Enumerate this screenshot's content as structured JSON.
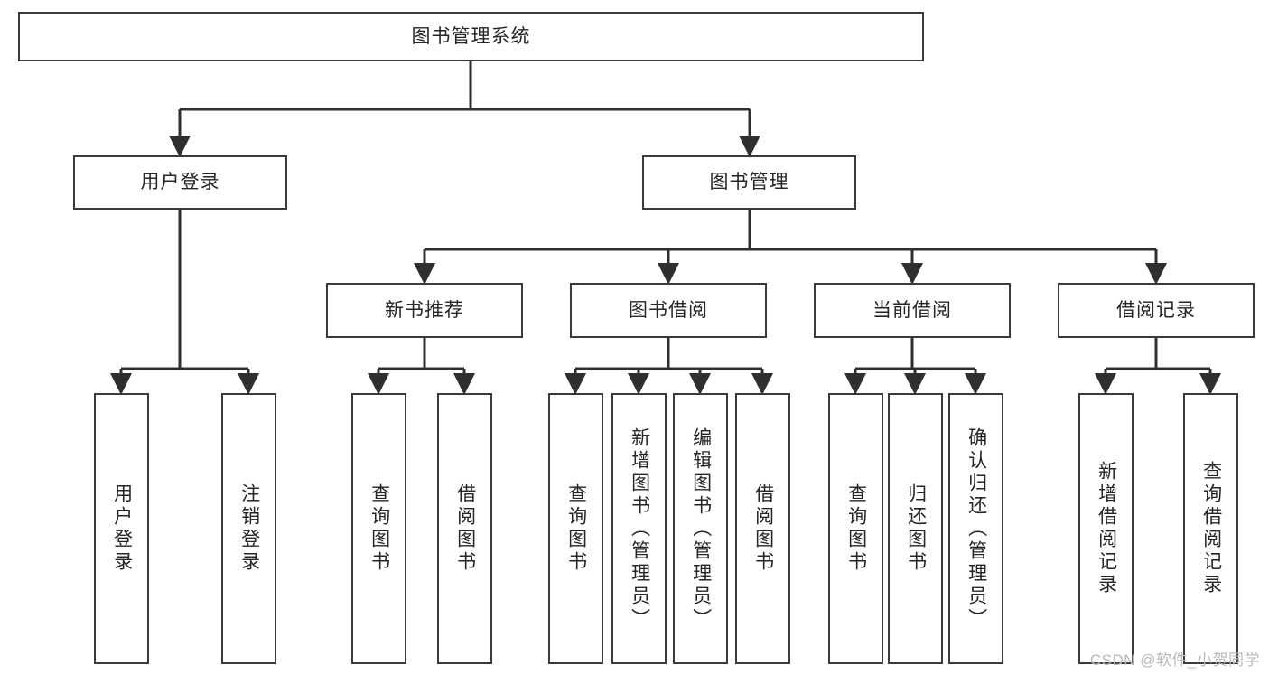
{
  "diagram": {
    "type": "tree",
    "title": "图书管理系统",
    "root": {
      "label": "图书管理系统"
    },
    "level2": [
      {
        "label": "用户登录"
      },
      {
        "label": "图书管理"
      }
    ],
    "level3": [
      {
        "label": "新书推荐"
      },
      {
        "label": "图书借阅"
      },
      {
        "label": "当前借阅"
      },
      {
        "label": "借阅记录"
      }
    ],
    "leaves": {
      "user_login": [
        {
          "label": "用户登录"
        },
        {
          "label": "注销登录"
        }
      ],
      "new_book_recommend": [
        {
          "label": "查询图书"
        },
        {
          "label": "借阅图书"
        }
      ],
      "book_borrow": [
        {
          "label": "查询图书"
        },
        {
          "label": "新增图书（管理员）"
        },
        {
          "label": "编辑图书（管理员）"
        },
        {
          "label": "借阅图书"
        }
      ],
      "current_borrow": [
        {
          "label": "查询图书"
        },
        {
          "label": "归还图书"
        },
        {
          "label": "确认归还（管理员）"
        }
      ],
      "borrow_record": [
        {
          "label": "新增借阅记录"
        },
        {
          "label": "查询借阅记录"
        }
      ]
    }
  },
  "watermark": {
    "text": "CSDN @软件_小贺同学"
  },
  "colors": {
    "box_border": "#3a3a3a",
    "box_fill": "#ffffff",
    "connector": "#2f2f2f",
    "text": "#262626",
    "watermark": "#b9b9b9"
  }
}
